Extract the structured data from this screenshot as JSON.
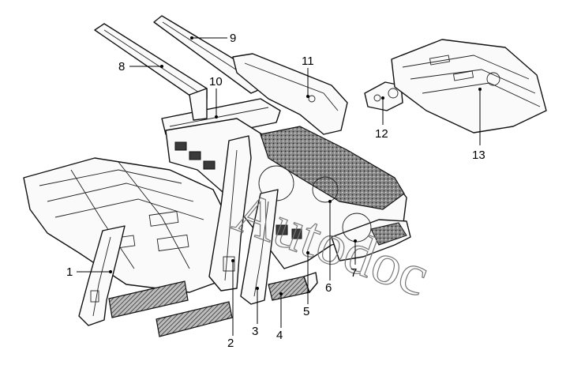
{
  "callouts": [
    {
      "id": "1",
      "label": "1"
    },
    {
      "id": "2",
      "label": "2"
    },
    {
      "id": "3",
      "label": "3"
    },
    {
      "id": "4",
      "label": "4"
    },
    {
      "id": "5",
      "label": "5"
    },
    {
      "id": "6",
      "label": "6"
    },
    {
      "id": "7",
      "label": "7"
    },
    {
      "id": "8",
      "label": "8"
    },
    {
      "id": "9",
      "label": "9"
    },
    {
      "id": "10",
      "label": "10"
    },
    {
      "id": "11",
      "label": "11"
    },
    {
      "id": "12",
      "label": "12"
    },
    {
      "id": "13",
      "label": "13"
    }
  ],
  "watermark": "Autodoc"
}
